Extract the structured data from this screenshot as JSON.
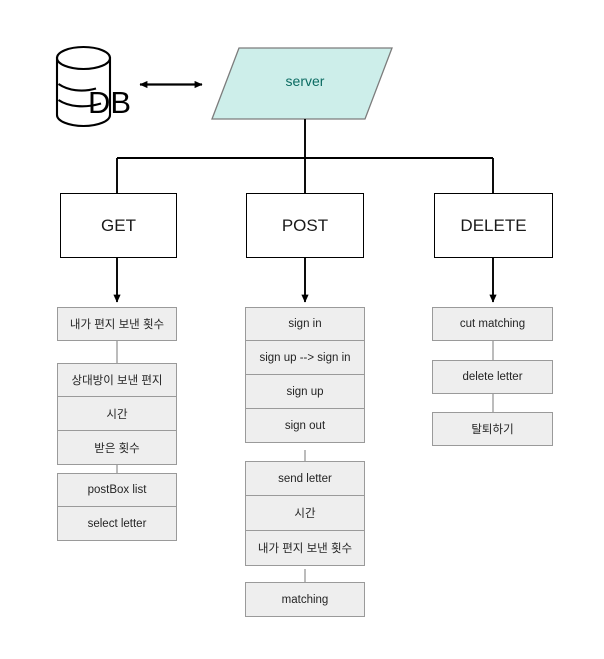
{
  "diagram": {
    "title": "API endpoint architecture diagram",
    "colors": {
      "server_fill": "#cdeeea",
      "server_stroke": "#6f6f6f",
      "server_text": "#0b6b62",
      "box_fill": "#eeeeee",
      "box_stroke": "#9a9a9a",
      "method_stroke": "#000000",
      "line": "#000000",
      "background": "#ffffff"
    },
    "nodes": {
      "database": {
        "label": "DB",
        "shape": "cylinder",
        "icon": "database-icon"
      },
      "server": {
        "label": "server",
        "shape": "parallelogram"
      },
      "link_db_server": {
        "type": "double-headed-arrow"
      }
    },
    "methods": [
      {
        "id": "get",
        "label": "GET"
      },
      {
        "id": "post",
        "label": "POST"
      },
      {
        "id": "delete",
        "label": "DELETE"
      }
    ],
    "columns": [
      {
        "method": "GET",
        "groups": [
          {
            "items": [
              "내가 편지 보낸 횟수"
            ]
          },
          {
            "items": [
              "상대방이 보낸 편지",
              "시간",
              "받은 횟수"
            ]
          },
          {
            "items": [
              "postBox list",
              "select letter"
            ]
          }
        ]
      },
      {
        "method": "POST",
        "groups": [
          {
            "items": [
              "sign in",
              "sign up --> sign in",
              "sign up",
              "sign out"
            ]
          },
          {
            "items": [
              "send letter",
              "시간",
              "내가 편지 보낸 횟수"
            ]
          },
          {
            "items": [
              "matching"
            ]
          }
        ]
      },
      {
        "method": "DELETE",
        "groups": [
          {
            "items": [
              "cut matching"
            ]
          },
          {
            "items": [
              "delete letter"
            ]
          },
          {
            "items": [
              "탈퇴하기"
            ]
          }
        ]
      }
    ]
  }
}
